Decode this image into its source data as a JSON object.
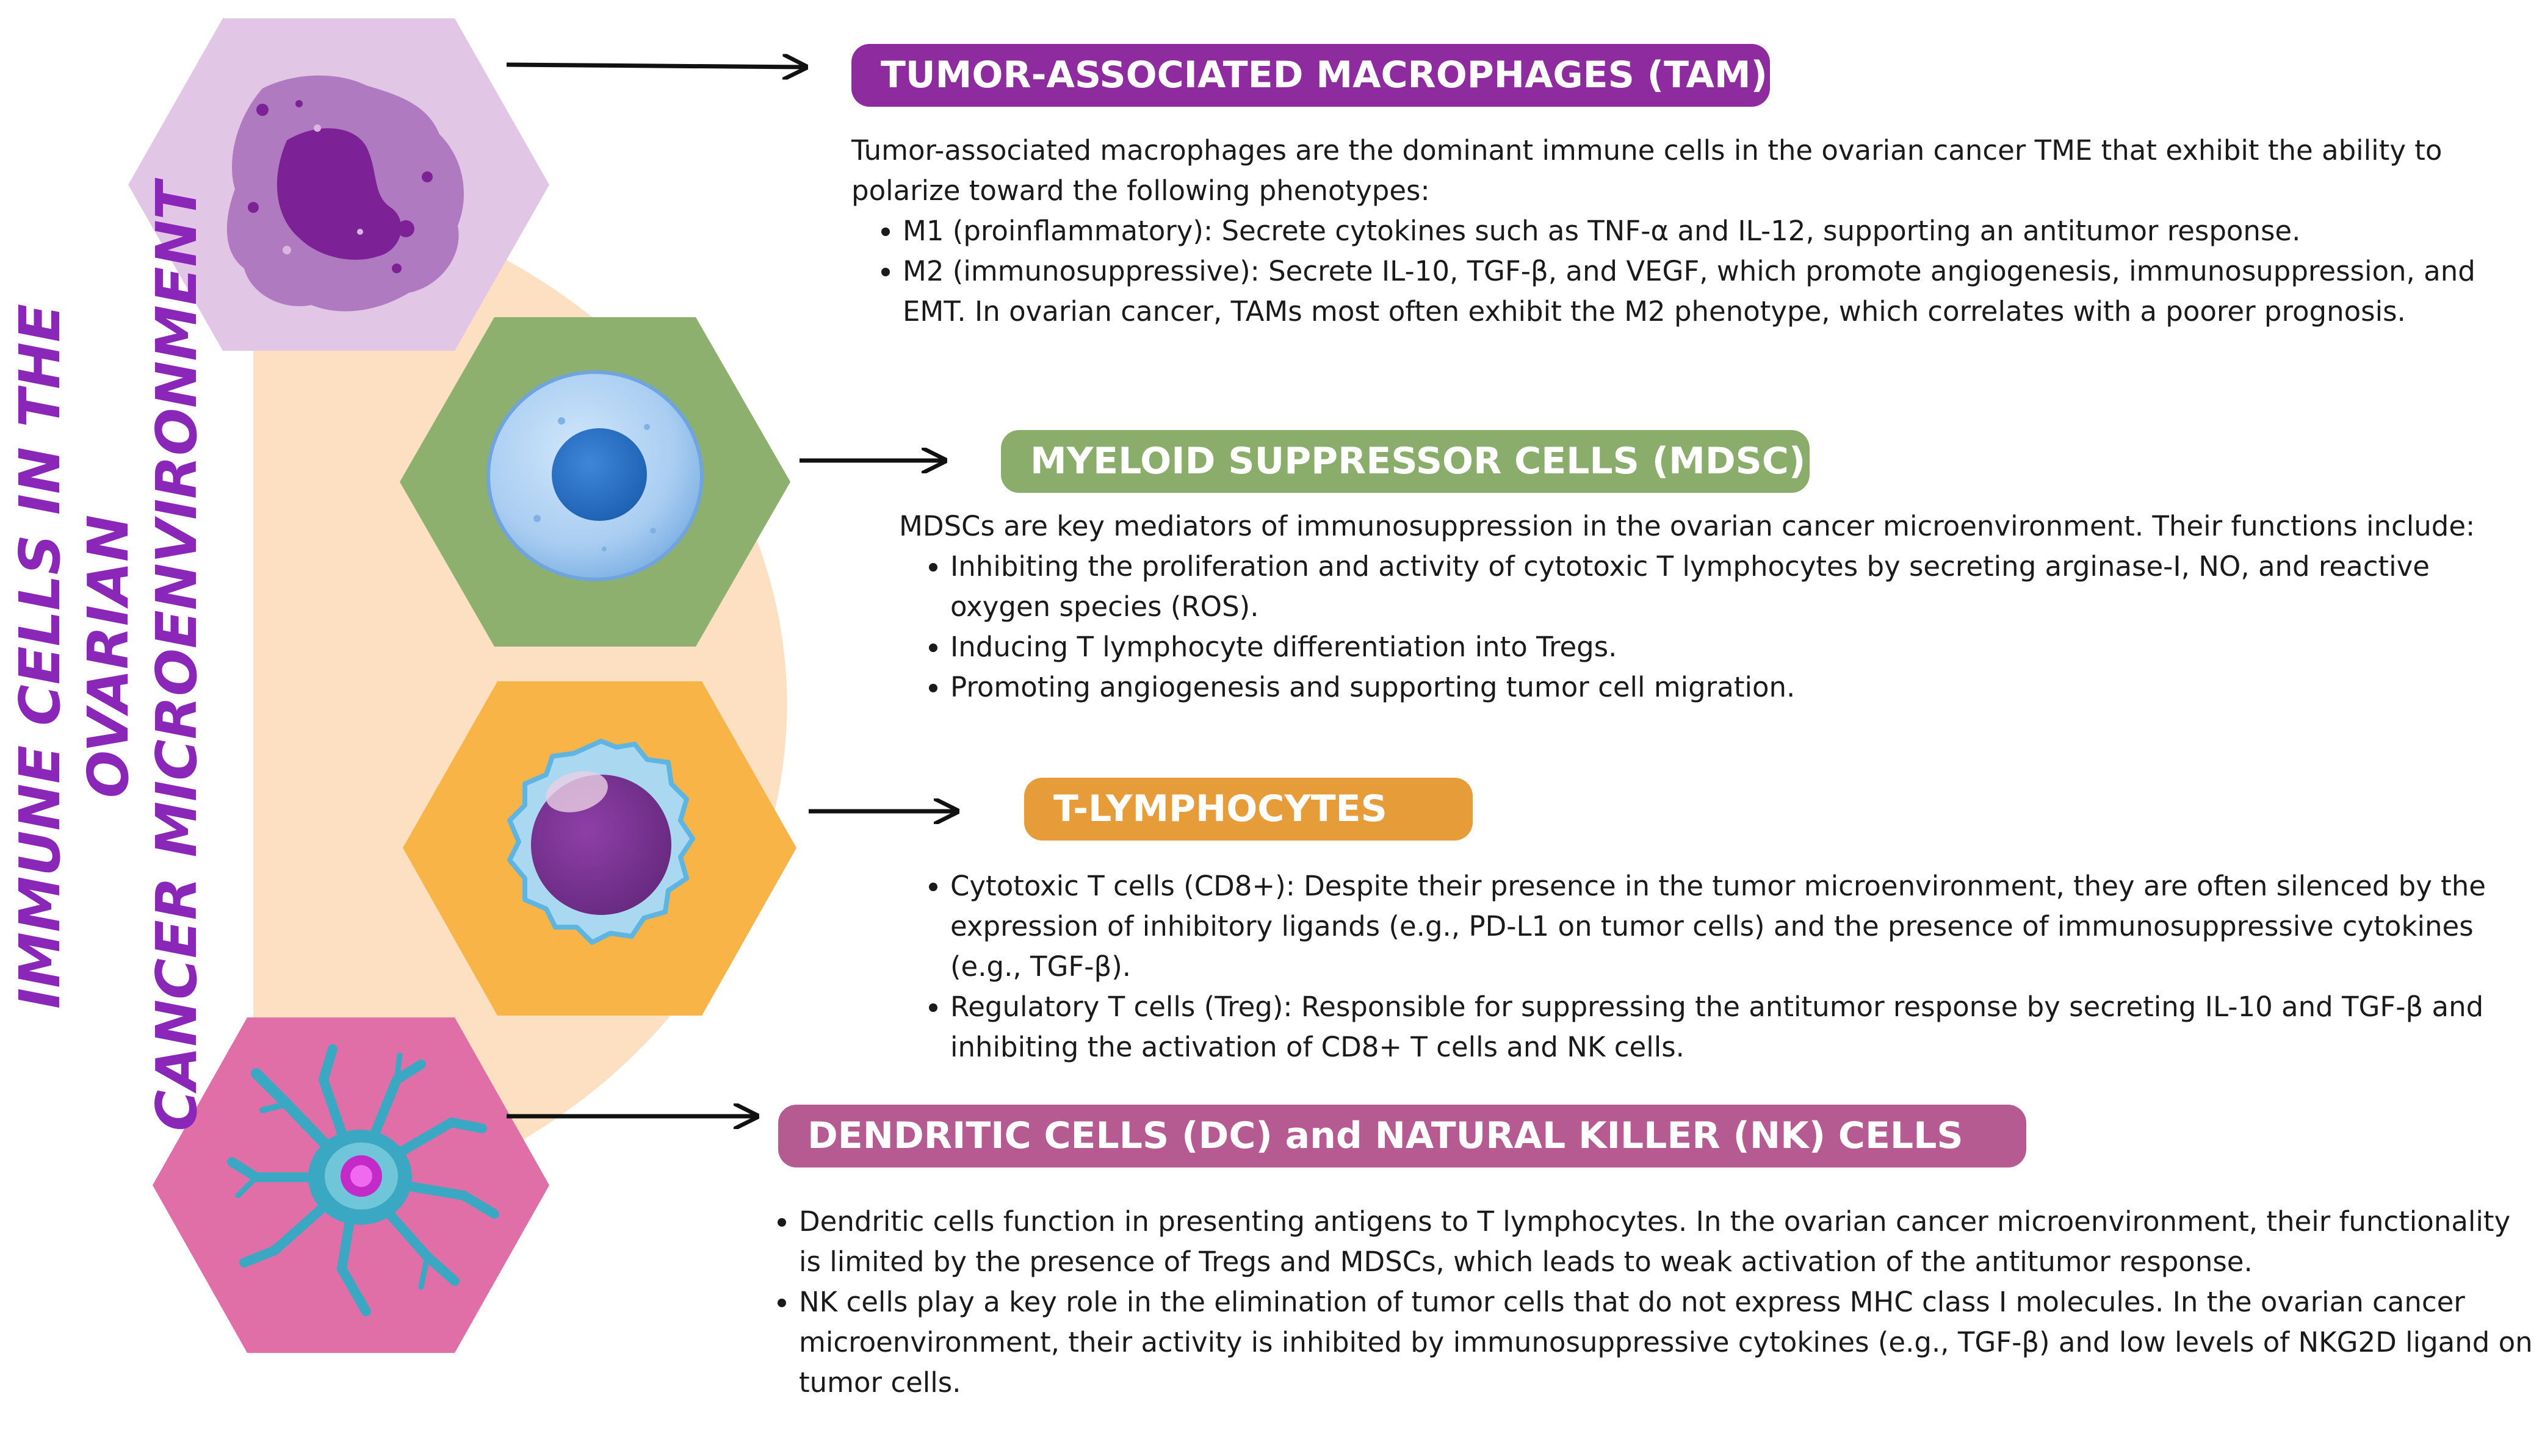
{
  "title": {
    "line1": "IMMUNE CELLS IN THE OVARIAN",
    "line2": "CANCER MICROENVIRONMENT",
    "color": "#8a26b8"
  },
  "colors": {
    "background_arc": "#fde0c2",
    "tam": "#8e2b9e",
    "mdsc": "#8bad6b",
    "tcell": "#e79c3a",
    "dcnk": "#b65a92",
    "hex_tam": "#e2c6e6",
    "hex_mdsc": "#8eb06f",
    "hex_tcell": "#f8b446",
    "hex_dcnk": "#e06fa8"
  },
  "sections": {
    "tam": {
      "header": "TUMOR-ASSOCIATED MACROPHAGES (TAM)",
      "intro": "Tumor-associated macrophages are the dominant immune cells in the ovarian cancer TME that exhibit the ability to polarize toward the following phenotypes:",
      "items": [
        "M1 (proinflammatory): Secrete cytokines such as TNF-α and IL-12, supporting an antitumor response.",
        "M2 (immunosuppressive): Secrete IL-10, TGF-β, and VEGF, which promote angiogenesis, immunosuppression, and EMT. In ovarian cancer, TAMs most often exhibit the M2 phenotype, which correlates with a poorer prognosis."
      ]
    },
    "mdsc": {
      "header": "MYELOID SUPPRESSOR CELLS (MDSC)",
      "intro": "MDSCs are key mediators of immunosuppression in the ovarian cancer microenvironment. Their functions include:",
      "items": [
        "Inhibiting the proliferation and activity of cytotoxic T lymphocytes by secreting arginase-I, NO, and reactive oxygen species (ROS).",
        "Inducing T lymphocyte differentiation into Tregs.",
        "Promoting angiogenesis and supporting tumor cell migration."
      ]
    },
    "tcell": {
      "header": "T-LYMPHOCYTES",
      "items": [
        "Cytotoxic T cells (CD8+): Despite their presence in the tumor microenvironment, they are often silenced by the expression of inhibitory ligands (e.g., PD-L1 on tumor cells) and the presence of immunosuppressive cytokines (e.g., TGF-β).",
        "Regulatory T cells (Treg): Responsible for suppressing the antitumor response by secreting IL-10 and TGF-β and inhibiting the activation of CD8+ T cells and NK cells."
      ]
    },
    "dcnk": {
      "header": "DENDRITIC CELLS (DC) and NATURAL KILLER (NK) CELLS",
      "items": [
        "Dendritic cells function in presenting antigens to T lymphocytes. In the ovarian cancer microenvironment, their functionality is limited by the presence of Tregs and MDSCs, which leads to weak activation of the antitumor response.",
        "NK cells play a key role in the elimination of tumor cells that do not express MHC class I molecules. In the ovarian cancer microenvironment, their activity is inhibited by immunosuppressive cytokines (e.g., TGF-β) and low levels of NKG2D ligand on tumor cells."
      ]
    }
  }
}
